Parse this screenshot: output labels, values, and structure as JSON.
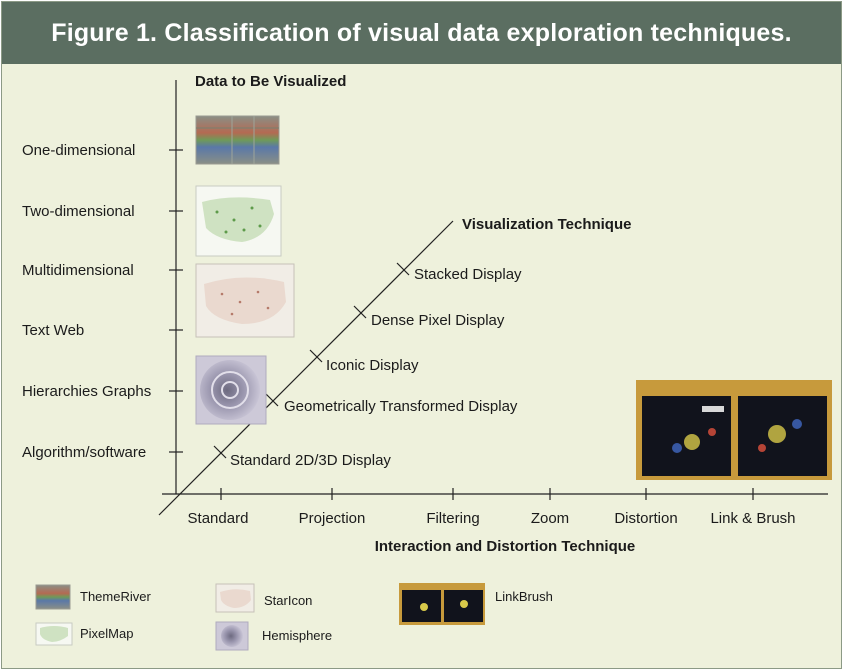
{
  "figure": {
    "title": "Figure 1. Classification of visual data exploration techniques.",
    "colors": {
      "banner": "#5b6e61",
      "background": "#eef1dc",
      "axis": "#222222"
    }
  },
  "axes": {
    "data_axis": {
      "title": "Data to Be Visualized",
      "categories": [
        "One-dimensional",
        "Two-dimensional",
        "Multidimensional",
        "Text Web",
        "Hierarchies Graphs",
        "Algorithm/software"
      ]
    },
    "visualization_axis": {
      "title": "Visualization Technique",
      "categories": [
        "Standard 2D/3D Display",
        "Geometrically Transformed Display",
        "Iconic Display",
        "Dense Pixel Display",
        "Stacked Display"
      ]
    },
    "interaction_axis": {
      "title": "Interaction and Distortion Technique",
      "categories": [
        "Standard",
        "Projection",
        "Filtering",
        "Zoom",
        "Distortion",
        "Link & Brush"
      ]
    }
  },
  "examples": [
    {
      "name": "ThemeRiver",
      "icon": "themeriver-thumbnail",
      "data_category": "One-dimensional"
    },
    {
      "name": "PixelMap",
      "icon": "pixelmap-thumbnail",
      "data_category": "Two-dimensional"
    },
    {
      "name": "StarIcon",
      "icon": "staricon-thumbnail",
      "data_category": "Multidimensional"
    },
    {
      "name": "Hemisphere",
      "icon": "hemisphere-thumbnail",
      "data_category": "Hierarchies Graphs"
    },
    {
      "name": "LinkBrush",
      "icon": "linkbrush-thumbnail",
      "interaction_category": "Link & Brush"
    }
  ],
  "legend": [
    {
      "label": "ThemeRiver",
      "icon": "themeriver-icon"
    },
    {
      "label": "StarIcon",
      "icon": "staricon-icon"
    },
    {
      "label": "LinkBrush",
      "icon": "linkbrush-icon"
    },
    {
      "label": "PixelMap",
      "icon": "pixelmap-icon"
    },
    {
      "label": "Hemisphere",
      "icon": "hemisphere-icon"
    }
  ]
}
